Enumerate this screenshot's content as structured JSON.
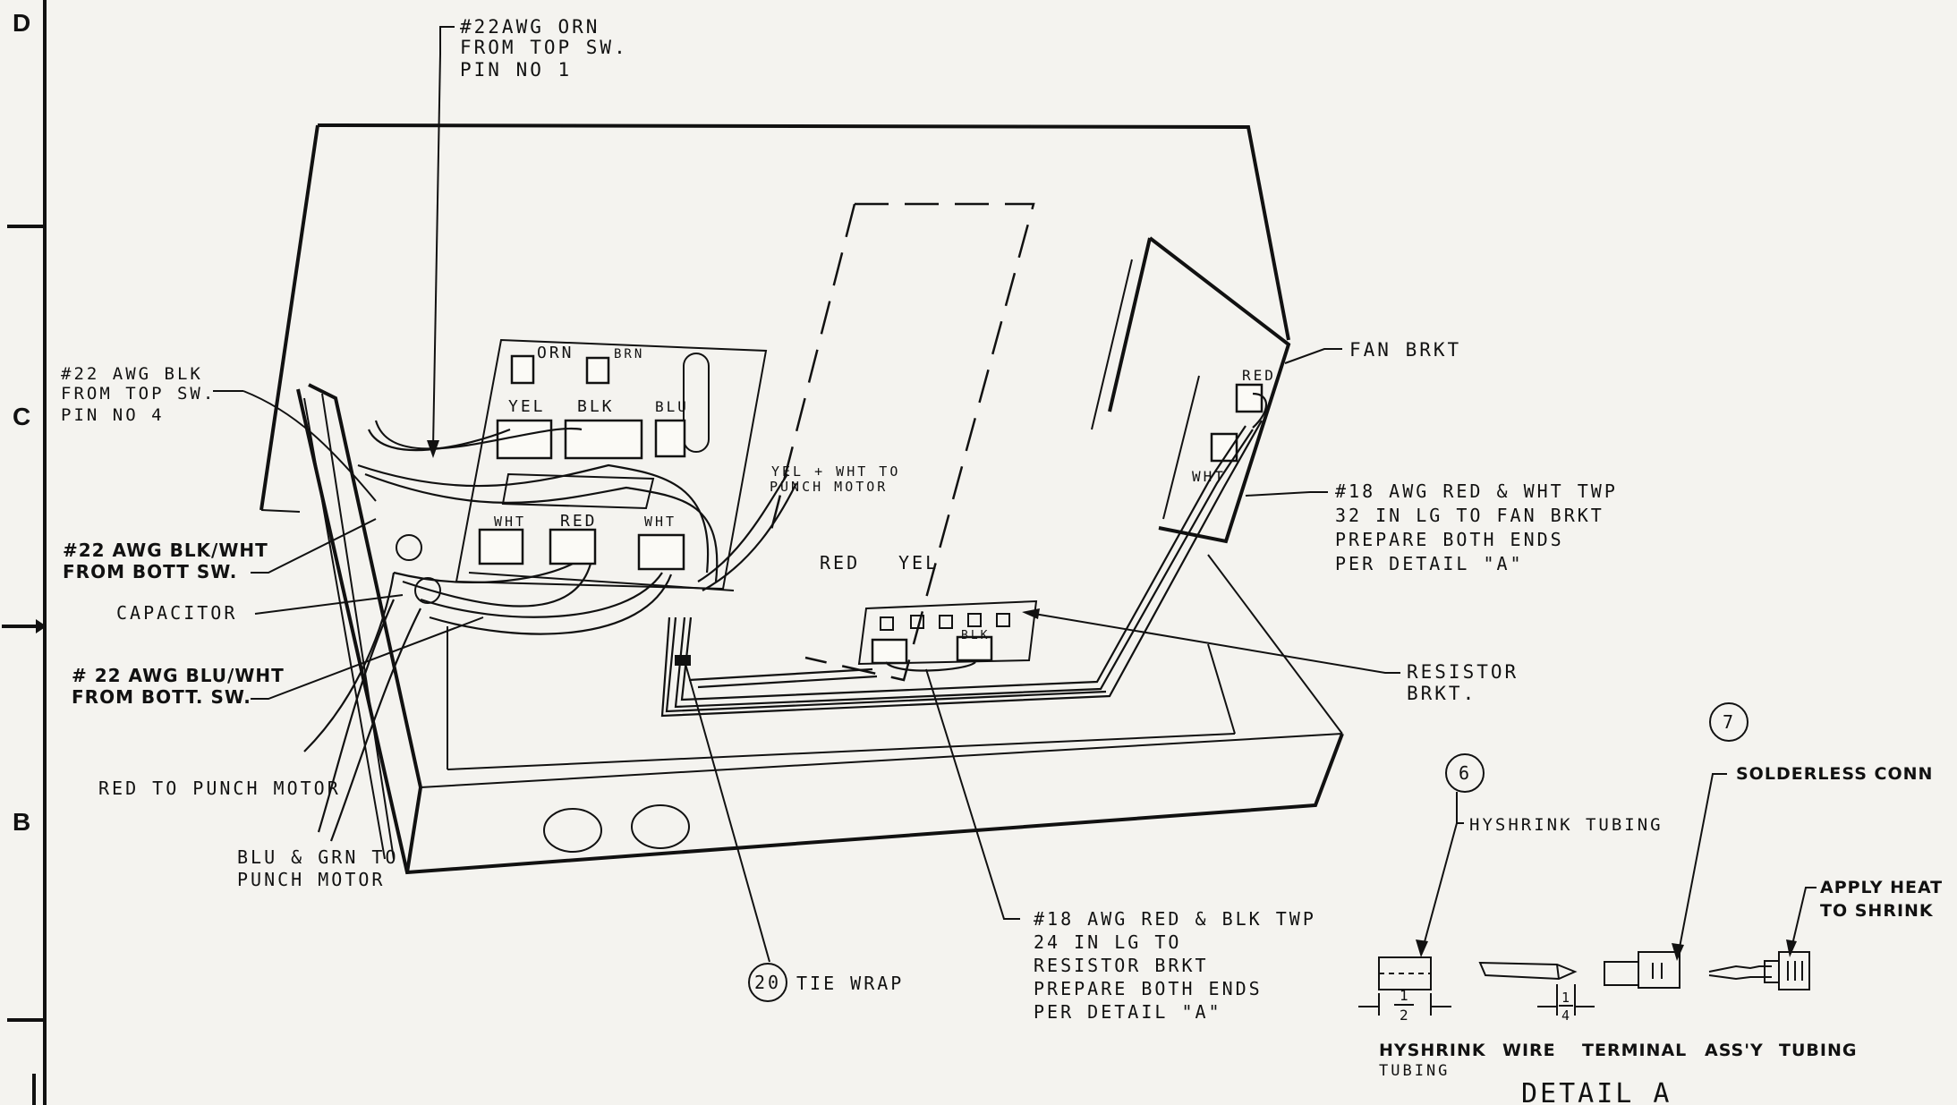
{
  "zones": {
    "d": "D",
    "c": "C",
    "b": "B"
  },
  "callouts": {
    "orn_wire": [
      "#22AWG ORN",
      "FROM TOP SW.",
      "PIN NO 1"
    ],
    "blk_wire": [
      "#22 AWG BLK",
      "FROM TOP SW.",
      "PIN NO 4"
    ],
    "blk_wht_wire": [
      "#22 AWG BLK/WHT",
      "FROM BOTT SW."
    ],
    "capacitor": "CAPACITOR",
    "blu_wht_wire": [
      "# 22 AWG BLU/WHT",
      "FROM BOTT. SW."
    ],
    "red_punch": "RED TO PUNCH MOTOR",
    "blu_grn_punch": [
      "BLU & GRN TO",
      "PUNCH MOTOR"
    ],
    "yel_wht_punch": [
      "YEL + WHT TO",
      "PUNCH MOTOR"
    ],
    "fan_brkt": "FAN BRKT",
    "red_wht_twp": [
      "#18 AWG RED & WHT TWP",
      "32 IN LG TO FAN BRKT",
      "PREPARE BOTH ENDS",
      "PER DETAIL \"A\""
    ],
    "resistor_brkt": [
      "RESISTOR",
      "BRKT."
    ],
    "red_blk_twp": [
      "#18 AWG RED & BLK TWP",
      "24 IN LG TO",
      "RESISTOR BRKT",
      "PREPARE BOTH ENDS",
      "PER DETAIL \"A\""
    ],
    "tie_wrap": "TIE WRAP"
  },
  "connector_labels": {
    "orn": "ORN",
    "brn": "BRN",
    "yel": "YEL",
    "blk": "BLK",
    "blu": "BLU",
    "wht_left": "WHT",
    "red_mid": "RED",
    "wht_right": "WHT",
    "resistor_red": "RED",
    "resistor_yel": "YEL",
    "resistor_blk": "BLK",
    "fan_red": "RED",
    "fan_wht": "WHT"
  },
  "balloons": {
    "item_20": "20",
    "item_6": "6",
    "item_7": "7"
  },
  "detail_a": {
    "hyshrink_tubing": "HYSHRINK TUBING",
    "solderless_conn": "SOLDERLESS CONN",
    "apply_heat": [
      "APPLY HEAT",
      "TO SHRINK"
    ],
    "dim_half": [
      "1",
      "2"
    ],
    "dim_quarter": [
      "1",
      "4"
    ],
    "captions": [
      "HYSHRINK",
      "WIRE",
      "TERMINAL",
      "ASS'Y",
      "TUBING"
    ],
    "caption_sub": "TUBING",
    "title": "DETAIL A"
  }
}
